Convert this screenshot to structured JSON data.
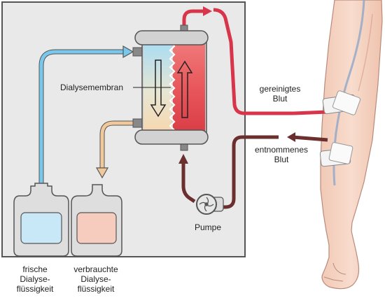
{
  "labels": {
    "membrane": "Dialysemembran",
    "purified_blood": [
      "gereinigtes",
      "Blut"
    ],
    "withdrawn_blood": [
      "entnommenes",
      "Blut"
    ],
    "pump": "Pumpe",
    "fresh_fluid": [
      "frische",
      "Dialyse-",
      "flüssigkeit"
    ],
    "used_fluid": [
      "verbrauchte",
      "Dialyse-",
      "flüssigkeit"
    ]
  },
  "colors": {
    "machine_fill": "#e9e9e9",
    "machine_border": "#555555",
    "fresh_fluid_line": "#79c8ec",
    "used_fluid_line": "#f1c89a",
    "purified_blood_line": "#d8344a",
    "withdrawn_blood_line": "#6b2f2d",
    "skin": "#f5d3c2"
  }
}
